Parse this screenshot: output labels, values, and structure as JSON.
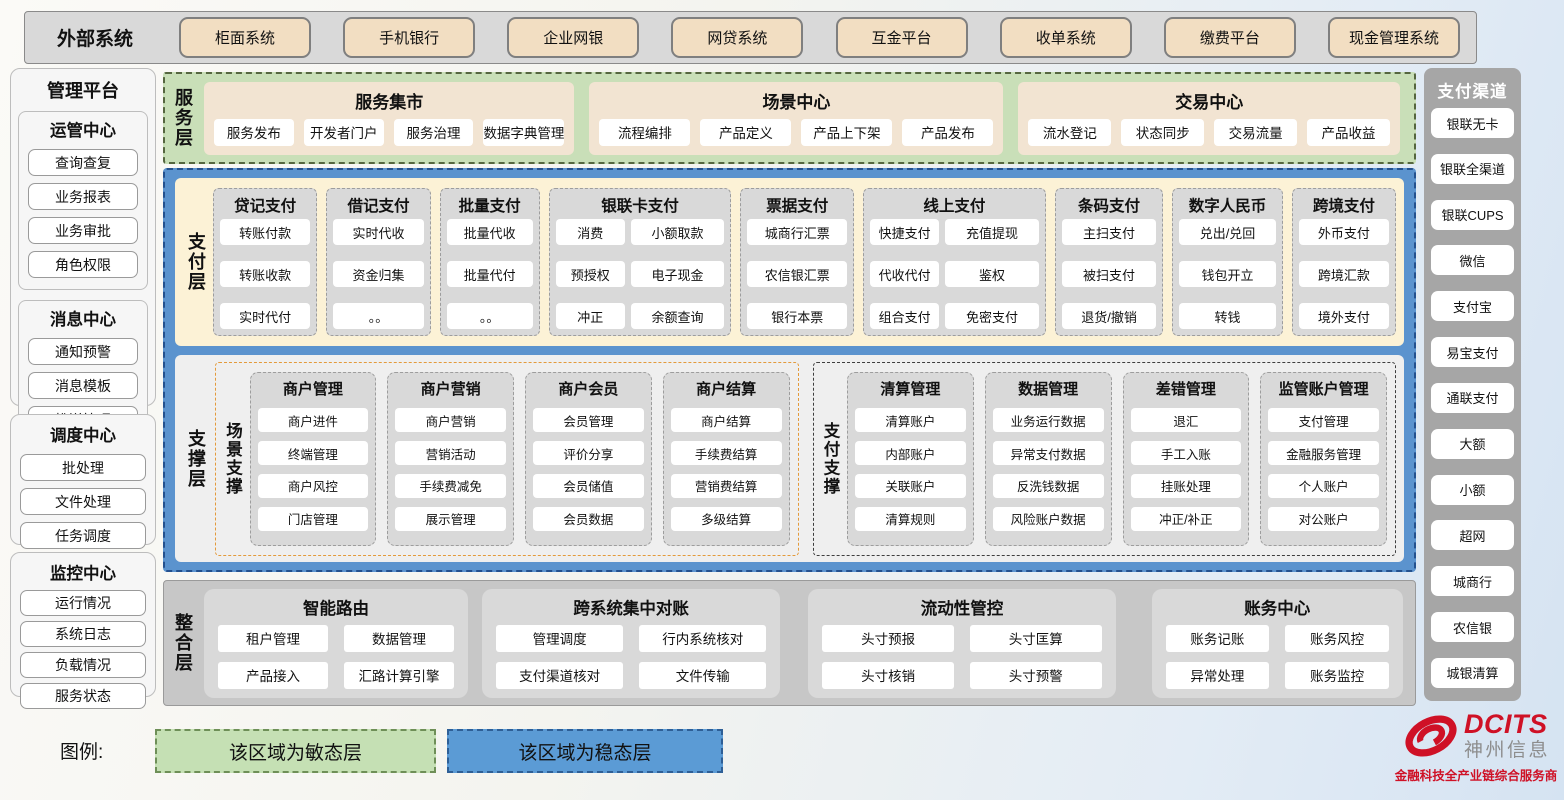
{
  "external": {
    "title": "外部系统",
    "systems": [
      "柜面系统",
      "手机银行",
      "企业网银",
      "网贷系统",
      "互金平台",
      "收单系统",
      "缴费平台",
      "现金管理系统"
    ]
  },
  "management": {
    "title": "管理平台",
    "groups": [
      {
        "title": "运管中心",
        "items": [
          "查询查复",
          "业务报表",
          "业务审批",
          "角色权限"
        ]
      },
      {
        "title": "消息中心",
        "items": [
          "通知预警",
          "消息模板",
          "推送管理"
        ]
      },
      {
        "title": "调度中心",
        "items": [
          "批处理",
          "文件处理",
          "任务调度"
        ]
      },
      {
        "title": "监控中心",
        "items": [
          "运行情况",
          "系统日志",
          "负载情况",
          "服务状态"
        ]
      }
    ]
  },
  "service_layer": {
    "label": "服务层",
    "centers": [
      {
        "title": "服务集市",
        "items": [
          "服务发布",
          "开发者门户",
          "服务治理",
          "数据字典管理"
        ]
      },
      {
        "title": "场景中心",
        "items": [
          "流程编排",
          "产品定义",
          "产品上下架",
          "产品发布"
        ]
      },
      {
        "title": "交易中心",
        "items": [
          "流水登记",
          "状态同步",
          "交易流量",
          "产品收益"
        ]
      }
    ]
  },
  "payment_layer": {
    "label": "支付层",
    "columns": [
      {
        "title": "贷记支付",
        "cols": 1,
        "items": [
          "转账付款",
          "转账收款",
          "实时代付"
        ]
      },
      {
        "title": "借记支付",
        "cols": 1,
        "items": [
          "实时代收",
          "资金归集",
          "。。"
        ]
      },
      {
        "title": "批量支付",
        "cols": 1,
        "items": [
          "批量代收",
          "批量代付",
          "。。"
        ]
      },
      {
        "title": "银联卡支付",
        "cols": 2,
        "items": [
          "消费",
          "小额取款",
          "预授权",
          "电子现金",
          "冲正",
          "余额查询"
        ]
      },
      {
        "title": "票据支付",
        "cols": 1,
        "items": [
          "城商行汇票",
          "农信银汇票",
          "银行本票"
        ]
      },
      {
        "title": "线上支付",
        "cols": 2,
        "items": [
          "快捷支付",
          "充值提现",
          "代收代付",
          "鉴权",
          "组合支付",
          "免密支付"
        ]
      },
      {
        "title": "条码支付",
        "cols": 1,
        "items": [
          "主扫支付",
          "被扫支付",
          "退货/撤销"
        ]
      },
      {
        "title": "数字人民币",
        "cols": 1,
        "items": [
          "兑出/兑回",
          "钱包开立",
          "转钱"
        ]
      },
      {
        "title": "跨境支付",
        "cols": 1,
        "items": [
          "外币支付",
          "跨境汇款",
          "境外支付"
        ]
      }
    ]
  },
  "support_layer": {
    "label": "支撑层",
    "sections": [
      {
        "label": "场景支撑",
        "theme": "orange",
        "columns": [
          {
            "title": "商户管理",
            "items": [
              "商户进件",
              "终端管理",
              "商户风控",
              "门店管理"
            ]
          },
          {
            "title": "商户营销",
            "items": [
              "商户营销",
              "营销活动",
              "手续费减免",
              "展示管理"
            ]
          },
          {
            "title": "商户会员",
            "items": [
              "会员管理",
              "评价分享",
              "会员储值",
              "会员数据"
            ]
          },
          {
            "title": "商户结算",
            "items": [
              "商户结算",
              "手续费结算",
              "营销费结算",
              "多级结算"
            ]
          }
        ]
      },
      {
        "label": "支付支撑",
        "theme": "dark",
        "columns": [
          {
            "title": "清算管理",
            "items": [
              "清算账户",
              "内部账户",
              "关联账户",
              "清算规则"
            ]
          },
          {
            "title": "数据管理",
            "items": [
              "业务运行数据",
              "异常支付数据",
              "反洗钱数据",
              "风险账户数据"
            ]
          },
          {
            "title": "差错管理",
            "items": [
              "退汇",
              "手工入账",
              "挂账处理",
              "冲正/补正"
            ]
          },
          {
            "title": "监管账户管理",
            "items": [
              "支付管理",
              "金融服务管理",
              "个人账户",
              "对公账户"
            ]
          }
        ]
      }
    ]
  },
  "integration_layer": {
    "label": "整合层",
    "panels": [
      {
        "title": "智能路由",
        "items": [
          "租户管理",
          "数据管理",
          "产品接入",
          "汇路计算引擎"
        ]
      },
      {
        "title": "跨系统集中对账",
        "items": [
          "管理调度",
          "行内系统核对",
          "支付渠道核对",
          "文件传输"
        ]
      },
      {
        "title": "流动性管控",
        "items": [
          "头寸预报",
          "头寸匡算",
          "头寸核销",
          "头寸预警"
        ]
      },
      {
        "title": "账务中心",
        "items": [
          "账务记账",
          "账务风控",
          "异常处理",
          "账务监控"
        ]
      }
    ]
  },
  "channels": {
    "title": "支付渠道",
    "items": [
      "银联无卡",
      "银联全渠道",
      "银联CUPS",
      "微信",
      "支付宝",
      "易宝支付",
      "通联支付",
      "大额",
      "小额",
      "超网",
      "城商行",
      "农信银",
      "城银清算"
    ]
  },
  "legend": {
    "label": "图例:",
    "sensitive": "该区域为敏态层",
    "stable": "该区域为稳态层"
  },
  "logo": {
    "brand": "DCITS",
    "company": "神州信息",
    "tagline": "金融科技全产业链综合服务商"
  },
  "colors": {
    "agile_green": "#C9DFB8",
    "stable_blue": "#5B93CE",
    "payment_cream": "#FCF2D6",
    "external_tan": "#F2DEC2",
    "brand_red": "#CF1126"
  }
}
